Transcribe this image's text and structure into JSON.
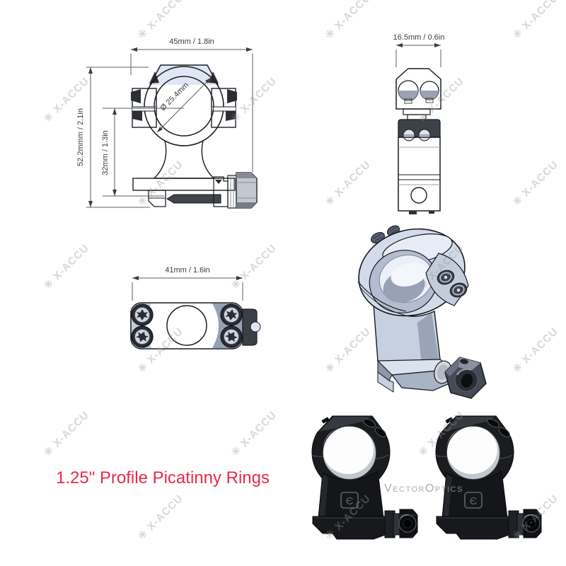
{
  "caption": {
    "text": "1.25\" Profile Picatinny Rings",
    "color": "#e8294a"
  },
  "watermark": {
    "star": "✳",
    "text": "X-ACCU",
    "brand": "VectorOptics"
  },
  "views": {
    "front": {
      "width_label": "45mm / 1.8in",
      "height_label": "52.2mmm / 2.1in",
      "inner_height_label": "32mm / 1.3in",
      "bore_label": "Ø 25.4mm"
    },
    "side": {
      "width_label": "16.5mm / 0.6in"
    },
    "top": {
      "width_label": "41mm / 1.6in"
    }
  },
  "photo": {
    "logo_glyph": "Є"
  },
  "colors": {
    "drawing_fill": "#e0e7f4",
    "drawing_line": "#1b1d22",
    "ring_black": "#17191c"
  }
}
